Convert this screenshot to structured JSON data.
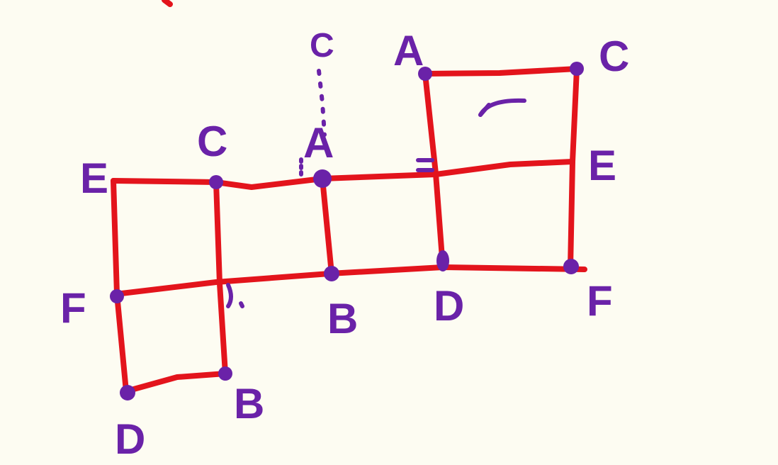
{
  "diagram": {
    "type": "net-of-cube",
    "colors": {
      "background": "#fdfcf2",
      "edges": "#e3141c",
      "labels": "#6a22a8"
    },
    "labels": [
      {
        "id": "top-a",
        "text": "A"
      },
      {
        "id": "top-c",
        "text": "C"
      },
      {
        "id": "dotted-c",
        "text": "C"
      },
      {
        "id": "mid-c",
        "text": "C"
      },
      {
        "id": "mid-a",
        "text": "A"
      },
      {
        "id": "left-e",
        "text": "E"
      },
      {
        "id": "right-e",
        "text": "E"
      },
      {
        "id": "left-f",
        "text": "F"
      },
      {
        "id": "right-f",
        "text": "F"
      },
      {
        "id": "mid-b",
        "text": "B"
      },
      {
        "id": "mid-d",
        "text": "D"
      },
      {
        "id": "bottom-b",
        "text": "B"
      },
      {
        "id": "bottom-d",
        "text": "D"
      }
    ]
  }
}
